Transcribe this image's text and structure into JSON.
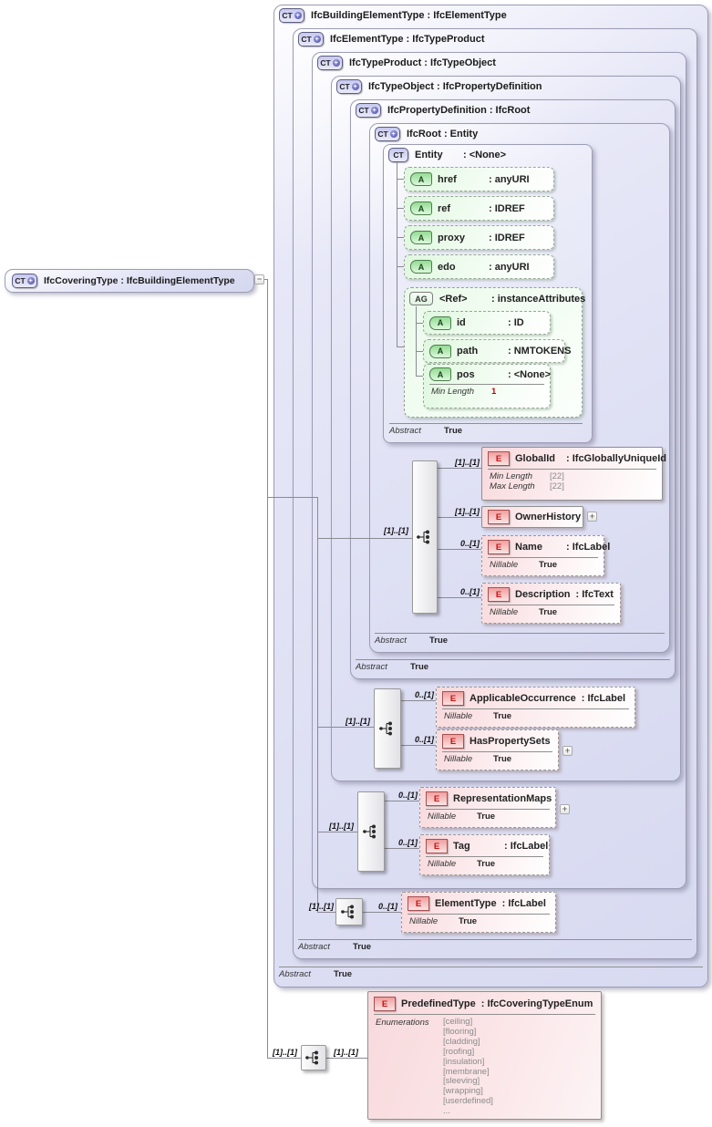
{
  "icons": {
    "ct": "CT",
    "a": "A",
    "ag": "AG",
    "e": "E",
    "plus": "+",
    "minus": "−",
    "expand": "+"
  },
  "labels": {
    "card_11": "[1]..[1]",
    "card_01": "0..[1]",
    "abstract": "Abstract",
    "true_val": "True",
    "nillable": "Nillable",
    "min_length": "Min Length",
    "max_length": "Max Length",
    "enumerations": "Enumerations"
  },
  "colors": {
    "lavender": "#d8daf1",
    "green": "#dff7df",
    "pink": "#f8d9dc",
    "red": "#cc0000"
  },
  "source": {
    "title": "IfcCoveringType : IfcBuildingElementType"
  },
  "levels": [
    {
      "title": "IfcBuildingElementType : IfcElementType",
      "abstract": "True"
    },
    {
      "title": "IfcElementType : IfcTypeProduct",
      "abstract": "True"
    },
    {
      "title": "IfcTypeProduct : IfcTypeObject"
    },
    {
      "title": "IfcTypeObject : IfcPropertyDefinition"
    },
    {
      "title": "IfcPropertyDefinition : IfcRoot",
      "abstract": "True"
    },
    {
      "title": "IfcRoot : Entity",
      "abstract": "True"
    }
  ],
  "entity": {
    "name": "Entity",
    "type": ": <None>",
    "abstract": "True",
    "attributes": [
      {
        "name": "href",
        "type": ": anyURI"
      },
      {
        "name": "ref",
        "type": ": IDREF"
      },
      {
        "name": "proxy",
        "type": ": IDREF"
      },
      {
        "name": "edo",
        "type": ": anyURI"
      }
    ],
    "group": {
      "name": "<Ref>",
      "type": ": instanceAttributes",
      "attributes": [
        {
          "name": "id",
          "type": ": ID"
        },
        {
          "name": "path",
          "type": ": NMTOKENS"
        },
        {
          "name": "pos",
          "type": ": <None>",
          "facet_label": "Min Length",
          "facet_value": "1"
        }
      ]
    }
  },
  "elements": {
    "global_id": {
      "name": "GlobalId",
      "type": ": IfcGloballyUniqueId",
      "min_length": "[22]",
      "max_length": "[22]"
    },
    "owner_history": {
      "name": "OwnerHistory"
    },
    "name": {
      "name": "Name",
      "type": ": IfcLabel",
      "nillable": "True"
    },
    "description": {
      "name": "Description",
      "type": ": IfcText",
      "nillable": "True"
    },
    "applicable_occurrence": {
      "name": "ApplicableOccurrence",
      "type": ": IfcLabel",
      "nillable": "True"
    },
    "has_property_sets": {
      "name": "HasPropertySets",
      "nillable": "True"
    },
    "representation_maps": {
      "name": "RepresentationMaps",
      "nillable": "True"
    },
    "tag": {
      "name": "Tag",
      "type": ": IfcLabel",
      "nillable": "True"
    },
    "element_type": {
      "name": "ElementType",
      "type": ": IfcLabel",
      "nillable": "True"
    },
    "predefined_type": {
      "name": "PredefinedType",
      "type": ": IfcCoveringTypeEnum",
      "enums": [
        "[ceiling]",
        "[flooring]",
        "[cladding]",
        "[roofing]",
        "[insulation]",
        "[membrane]",
        "[sleeving]",
        "[wrapping]",
        "[userdefined]",
        "..."
      ]
    }
  }
}
